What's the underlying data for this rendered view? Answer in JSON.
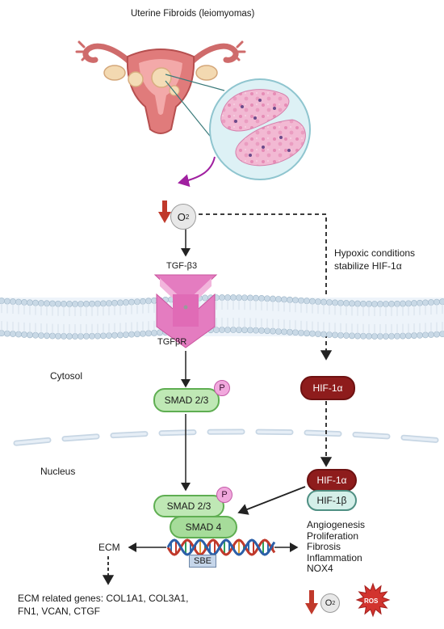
{
  "title": "Uterine Fibroids (leiomyomas)",
  "o2_symbol": "O",
  "o2_subscript": "2",
  "tgf_ligand": "TGF-β3",
  "tgf_receptor": "TGFβR",
  "hypoxia_note_line1": "Hypoxic conditions",
  "hypoxia_note_line2": "stabilize HIF-1α",
  "cytosol": "Cytosol",
  "nucleus": "Nucleus",
  "hif1a_cytosol": "HIF-1α",
  "smad23_cytosol": "SMAD 2/3",
  "phospho": "P",
  "smad23_nucleus": "SMAD 2/3",
  "smad4": "SMAD 4",
  "hif1a_nucleus": "HIF-1α",
  "hif1b": "HIF-1β",
  "sbe": "SBE",
  "ecm": "ECM",
  "ecm_genes_line1": "ECM related genes: COL1A1, COL3A1,",
  "ecm_genes_line2": "FN1, VCAN, CTGF",
  "outcomes": [
    "Angiogenesis",
    "Proliferation",
    "Fibrosis",
    "Inflammation",
    "NOX4"
  ],
  "ros": "ROS",
  "colors": {
    "down_arrow": "#c0392b",
    "receptor": "#e47cc0",
    "membrane": "#c9d9e6",
    "smad_fill": "#bfe8b5",
    "hif_fill": "#8e1c1c",
    "purple_arrow": "#a020a0"
  }
}
